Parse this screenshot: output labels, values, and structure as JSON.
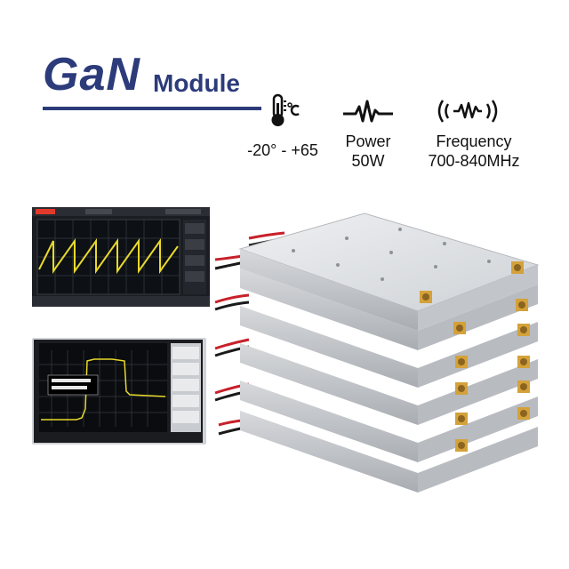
{
  "title": {
    "brand": "GaN",
    "subtitle": "Module"
  },
  "specs": [
    {
      "icon": "thermometer-icon",
      "line1": "-20° - +65",
      "line2": ""
    },
    {
      "icon": "power-waveform-icon",
      "line1": "Power",
      "line2": "50W"
    },
    {
      "icon": "radio-signal-icon",
      "line1": "Frequency",
      "line2": "700-840MHz"
    }
  ],
  "colors": {
    "brand": "#2c3b7a",
    "scope_wave": "#e8d92a",
    "module_body": "#d9dbde"
  }
}
